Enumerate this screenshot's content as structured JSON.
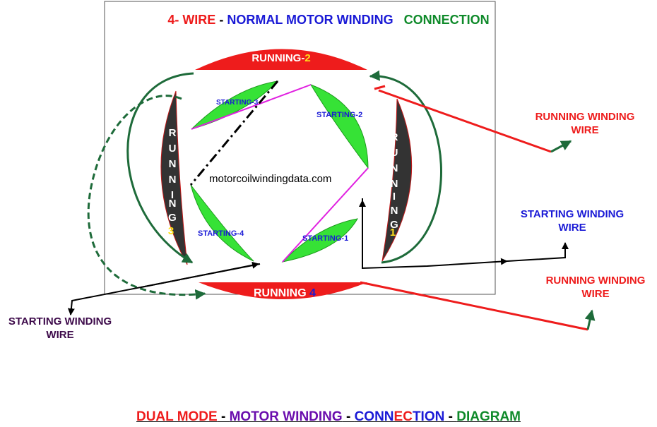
{
  "title": {
    "part1": "4- WIRE",
    "sep1": " - ",
    "part2": "NORMAL MOTOR WINDING",
    "part3": "CONNECTION"
  },
  "running_coils": {
    "r2_label": "RUNNING-",
    "r2_num": "2",
    "r4_label": "RUNNING ",
    "r4_num": "4",
    "r3_letters": [
      "R",
      "U",
      "N",
      "N",
      "I",
      "N",
      "G"
    ],
    "r3_num": "3",
    "r1_letters": [
      "R",
      "U",
      "N",
      "N",
      "I",
      "N",
      "G"
    ],
    "r1_num": "1"
  },
  "starting_coils": {
    "s1": "STARTING-1",
    "s2": "STARTING-2",
    "s3": "STARTING-3",
    "s4": "STARTING-4"
  },
  "watermark": "motorcoilwindingdata.com",
  "external_labels": {
    "running_wire_top": [
      "RUNNING WINDING",
      "WIRE"
    ],
    "starting_wire_right": [
      "STARTING WINDING",
      "WIRE"
    ],
    "running_wire_bottom": [
      "RUNNING WINDING",
      "WIRE"
    ],
    "starting_wire_left": [
      "STARTING WINDING",
      "WIRE"
    ]
  },
  "footer": {
    "p1": "DUAL MODE",
    "s1": " - ",
    "p2": "MOTOR WINDING",
    "s2": " - ",
    "p3a": "CONN",
    "p3b": "EC",
    "p3c": "TION",
    "s3": " - ",
    "p4": "DIAGRAM"
  },
  "colors": {
    "red": "#ee1c1c",
    "blue": "#1a1ad6",
    "green": "#0f8a2a",
    "dark_green": "#1e6b3a",
    "coil_green": "#36e236",
    "coil_dark": "#333333",
    "magenta": "#e020e0",
    "purple": "#3d0a4a",
    "yellow": "#ffe01a"
  }
}
